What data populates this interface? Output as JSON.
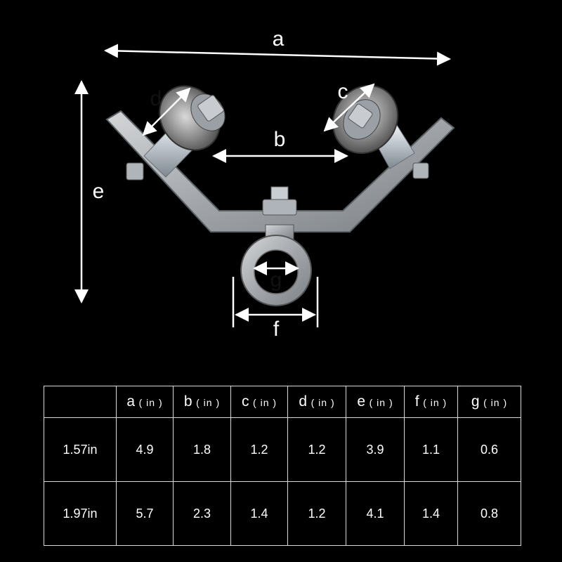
{
  "dimension_labels": {
    "a": "a",
    "b": "b",
    "c": "c",
    "d": "d",
    "e": "e",
    "f": "f",
    "g": "g"
  },
  "table": {
    "columns": [
      {
        "letter": "a",
        "unit": "( in )"
      },
      {
        "letter": "b",
        "unit": "( in )"
      },
      {
        "letter": "c",
        "unit": "( in )"
      },
      {
        "letter": "d",
        "unit": "( in )"
      },
      {
        "letter": "e",
        "unit": "( in )"
      },
      {
        "letter": "f",
        "unit": "( in )"
      },
      {
        "letter": "g",
        "unit": "( in )"
      }
    ],
    "rows": [
      {
        "label": "1.57in",
        "values": [
          "4.9",
          "1.8",
          "1.2",
          "1.2",
          "3.9",
          "1.1",
          "0.6"
        ]
      },
      {
        "label": "1.97in",
        "values": [
          "5.7",
          "2.3",
          "1.4",
          "1.2",
          "4.1",
          "1.4",
          "0.8"
        ]
      }
    ]
  },
  "colors": {
    "background": "#000000",
    "line": "#ffffff",
    "metal": "#b9bcbf",
    "metal_dark": "#6e7277"
  }
}
